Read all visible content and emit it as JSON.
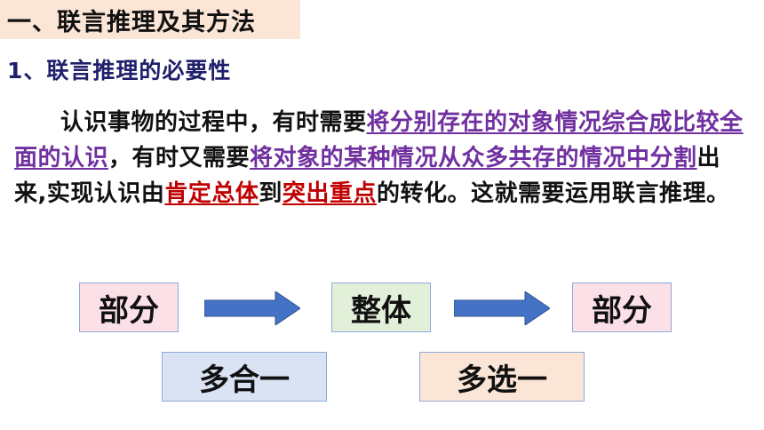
{
  "heading": "一、联言推理及其方法",
  "subheading": "1、联言推理的必要性",
  "paragraph": {
    "s1": "认识事物的过程中，有时需要",
    "u1": "将分别存在的对象情况综合成比较全面的认识",
    "s2": "，有时又需要",
    "u2": "将对象的某种情况从众多共存的情况中分割",
    "s3": "出来,实现认识由",
    "u3": "肯定总体",
    "s4": "到",
    "u4": "突出重点",
    "s5": "的转化。这就需要运用联言推理。"
  },
  "flow": {
    "box1": "部分",
    "box2": "整体",
    "box3": "部分",
    "box4": "多合一",
    "box5": "多选一"
  },
  "colors": {
    "purple_emphasis": "#7030a0",
    "red_emphasis": "#c00000",
    "arrow": "#4472c4"
  },
  "icons": [
    "right-arrow-icon",
    "right-arrow-icon"
  ]
}
